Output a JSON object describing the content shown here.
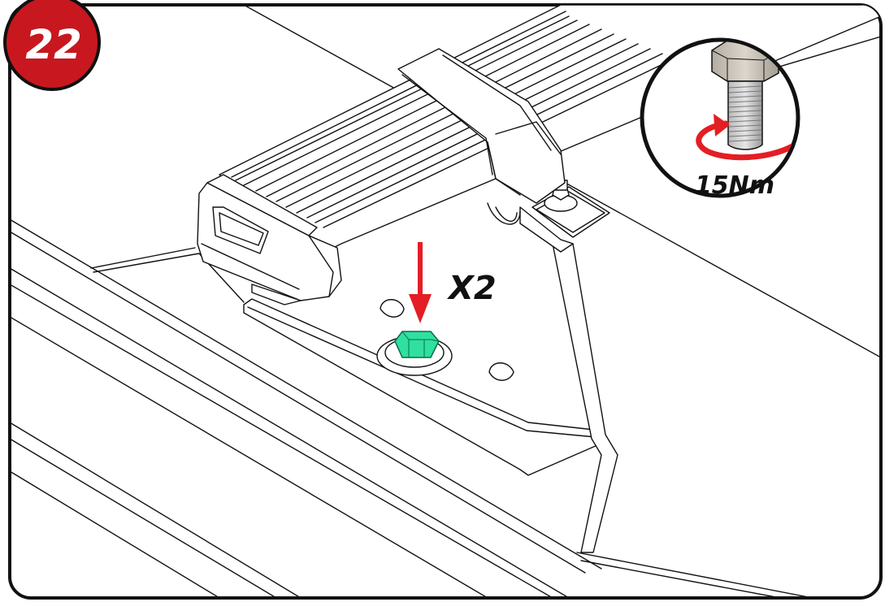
{
  "step": {
    "number": "22",
    "badge_color": "#c8171e"
  },
  "callout": {
    "quantity": "X2",
    "torque": "15Nm",
    "arrow_color": "#e31e24",
    "rotate_arrow_color": "#e31e24"
  },
  "highlight": {
    "bolt_color": "#2fe0a0"
  },
  "line_color": "#111111"
}
